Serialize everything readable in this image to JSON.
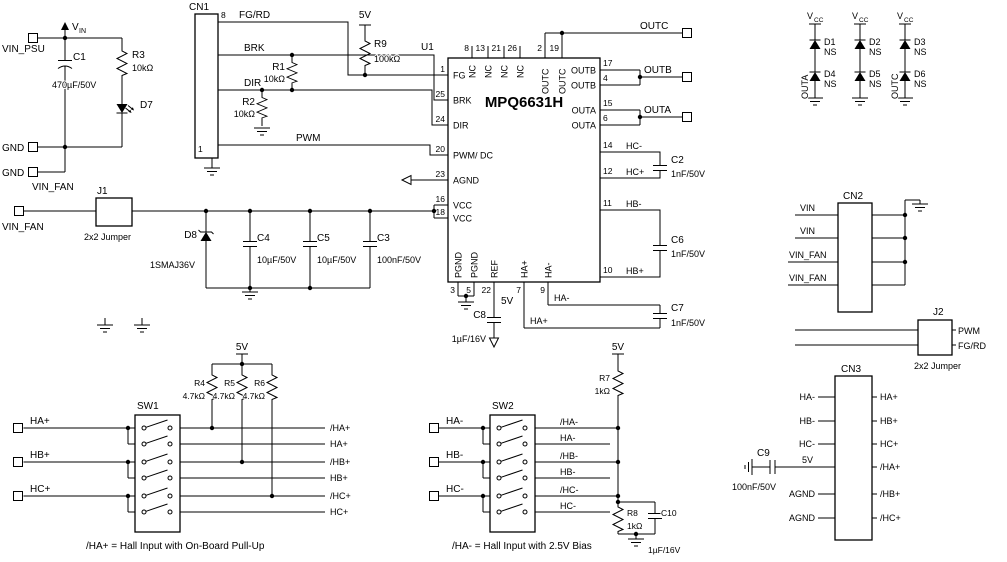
{
  "psu": {
    "term": "VIN_PSU",
    "vin_main": "V",
    "vin_sub": "IN",
    "c1": "C1",
    "c1v": "470µF/50V",
    "r3": "R3",
    "r3v": "10kΩ",
    "d7": "D7",
    "gnd1": "GND",
    "gnd2": "GND"
  },
  "cn1": {
    "name": "CN1",
    "pin8": "8",
    "pin1": "1",
    "fgrd": "FG/RD",
    "brk": "BRK",
    "dir": "DIR",
    "pwm": "PWM",
    "r1": "R1",
    "r1v": "10kΩ",
    "r2": "R2",
    "r2v": "10kΩ",
    "v5": "5V",
    "r9": "R9",
    "r9v": "100kΩ"
  },
  "u1": {
    "ref": "U1",
    "part": "MPQ6631H",
    "left": [
      {
        "n": "1",
        "t": "FG"
      },
      {
        "n": "25",
        "t": "BRK"
      },
      {
        "n": "24",
        "t": "DIR"
      },
      {
        "n": "20",
        "t": "PWM/ DC"
      },
      {
        "n": "23",
        "t": "AGND"
      },
      {
        "n": "16",
        "t": "VCC"
      },
      {
        "n": "18",
        "t": "VCC"
      }
    ],
    "top": [
      {
        "n": "8",
        "t": "NC"
      },
      {
        "n": "13",
        "t": "NC"
      },
      {
        "n": "21",
        "t": "NC"
      },
      {
        "n": "26",
        "t": "NC"
      },
      {
        "n": "2",
        "t": "OUTC"
      },
      {
        "n": "19",
        "t": "OUTC"
      }
    ],
    "right": [
      {
        "n": "17",
        "t": "OUTB"
      },
      {
        "n": "4",
        "t": "OUTB"
      },
      {
        "n": "15",
        "t": "OUTA"
      },
      {
        "n": "6",
        "t": "OUTA"
      },
      {
        "n": "14",
        "t": "HC-"
      },
      {
        "n": "12",
        "t": "HC+"
      },
      {
        "n": "11",
        "t": "HB-"
      },
      {
        "n": "10",
        "t": "HB+"
      }
    ],
    "bottom": [
      {
        "n": "3",
        "t": "PGND"
      },
      {
        "n": "5",
        "t": "PGND"
      },
      {
        "n": "22",
        "t": "REF"
      },
      {
        "n": "7",
        "t": "HA+"
      },
      {
        "n": "9",
        "t": "HA-"
      }
    ]
  },
  "out": {
    "outc": "OUTC",
    "outb": "OUTB",
    "outa": "OUTA",
    "c2": "C2",
    "c2v": "1nF/50V",
    "c6": "C6",
    "c6v": "1nF/50V",
    "c7": "C7",
    "c7v": "1nF/50V",
    "ham": "HA-",
    "hap": "HA+",
    "v5": "5V",
    "c8": "C8",
    "c8v": "1µF/16V"
  },
  "fan": {
    "net": "VIN_FAN",
    "term": "VIN_FAN",
    "j1": "J1",
    "j1d": "2x2 Jumper",
    "d8": "D8",
    "d8v": "1SMAJ36V",
    "c4": "C4",
    "c4v": "10µF/50V",
    "c5": "C5",
    "c5v": "10µF/50V",
    "c3": "C3",
    "c3v": "100nF/50V"
  },
  "clamp": {
    "vcc_main": "V",
    "vcc_sub": "CC",
    "outa": "OUTA",
    "outc": "OUTC",
    "d": [
      {
        "r": "D1",
        "v": "NS"
      },
      {
        "r": "D2",
        "v": "NS"
      },
      {
        "r": "D3",
        "v": "NS"
      },
      {
        "r": "D4",
        "v": "NS"
      },
      {
        "r": "D5",
        "v": "NS"
      },
      {
        "r": "D6",
        "v": "NS"
      }
    ]
  },
  "cn2": {
    "name": "CN2",
    "pins": [
      "VIN",
      "VIN",
      "VIN_FAN",
      "VIN_FAN"
    ],
    "j2": "J2",
    "j2d": "2x2 Jumper",
    "pwm": "PWM",
    "fgrd": "FG/RD"
  },
  "cn3": {
    "name": "CN3",
    "left": [
      "HA-",
      "HB-",
      "HC-",
      "5V",
      "AGND",
      "AGND"
    ],
    "right": [
      "HA+",
      "HB+",
      "HC+",
      "/HA+",
      "/HB+",
      "/HC+"
    ],
    "c9": "C9",
    "c9v": "100nF/50V"
  },
  "sw1": {
    "name": "SW1",
    "v5": "5V",
    "r4": "R4",
    "r4v": "4.7kΩ",
    "r5": "R5",
    "r5v": "4.7kΩ",
    "r6": "R6",
    "r6v": "4.7kΩ",
    "inputs": [
      "HA+",
      "HB+",
      "HC+"
    ],
    "outputs": [
      "/HA+",
      "HA+",
      "/HB+",
      "HB+",
      "/HC+",
      "HC+"
    ],
    "note": "/HA+ = Hall Input with On-Board Pull-Up"
  },
  "sw2": {
    "name": "SW2",
    "v5": "5V",
    "r7": "R7",
    "r7v": "1kΩ",
    "r8": "R8",
    "r8v": "1kΩ",
    "c10": "C10",
    "c10v": "1µF/16V",
    "inputs": [
      "HA-",
      "HB-",
      "HC-"
    ],
    "outputs": [
      "/HA-",
      "HA-",
      "/HB-",
      "HB-",
      "/HC-",
      "HC-"
    ],
    "note": "/HA- = Hall Input with 2.5V Bias"
  }
}
